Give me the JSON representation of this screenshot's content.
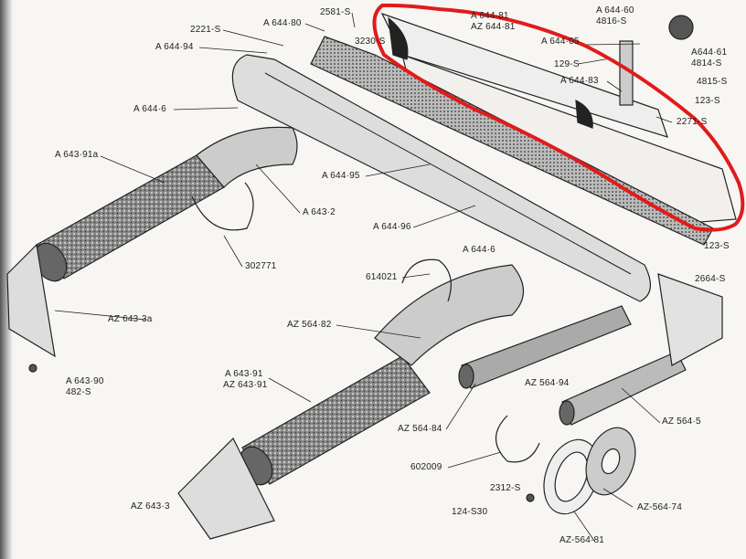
{
  "diagram": {
    "type": "exploded-parts-diagram",
    "highlight_color": "#e11b1b",
    "labels": {
      "l2581": "2581-S",
      "l64480": "A 644·80",
      "l2221": "2221-S",
      "l64494": "A 644·94",
      "l3230": "3230-S",
      "l64481": "A 644·81",
      "laz64481": "AZ 644·81",
      "l64460": "A 644·60",
      "l4816": "4816-S",
      "l64405": "A 644·05",
      "l64461": "A644·61",
      "l4814": "4814-S",
      "l129": "129-S",
      "l64483": "A 644·83",
      "l4815": "4815-S",
      "l123a": "123-S",
      "l2271": "2271-S",
      "l6446a": "A 644·6",
      "l64391a": "A 643·91a",
      "l64495": "A 644·95",
      "l6432": "A 643·2",
      "l64496": "A 644·96",
      "l123b": "123-S",
      "l302771": "302771",
      "l6446b": "A 644·6",
      "l614021": "614021",
      "l2664": "2664-S",
      "laz6433a": "AZ 643·3a",
      "laz56482": "AZ 564·82",
      "l64391": "A 643·91",
      "laz64391": "AZ 643·91",
      "l64390": "A 643·90",
      "l482": "482-S",
      "laz56494": "AZ 564·94",
      "laz56484": "AZ 564·84",
      "laz5645": "AZ 564·5",
      "l602009": "602009",
      "l2312": "2312-S",
      "l124": "124-S30",
      "laz56474": "AZ-564·74",
      "laz6433": "AZ 643·3",
      "laz56481": "AZ-564·81"
    }
  }
}
